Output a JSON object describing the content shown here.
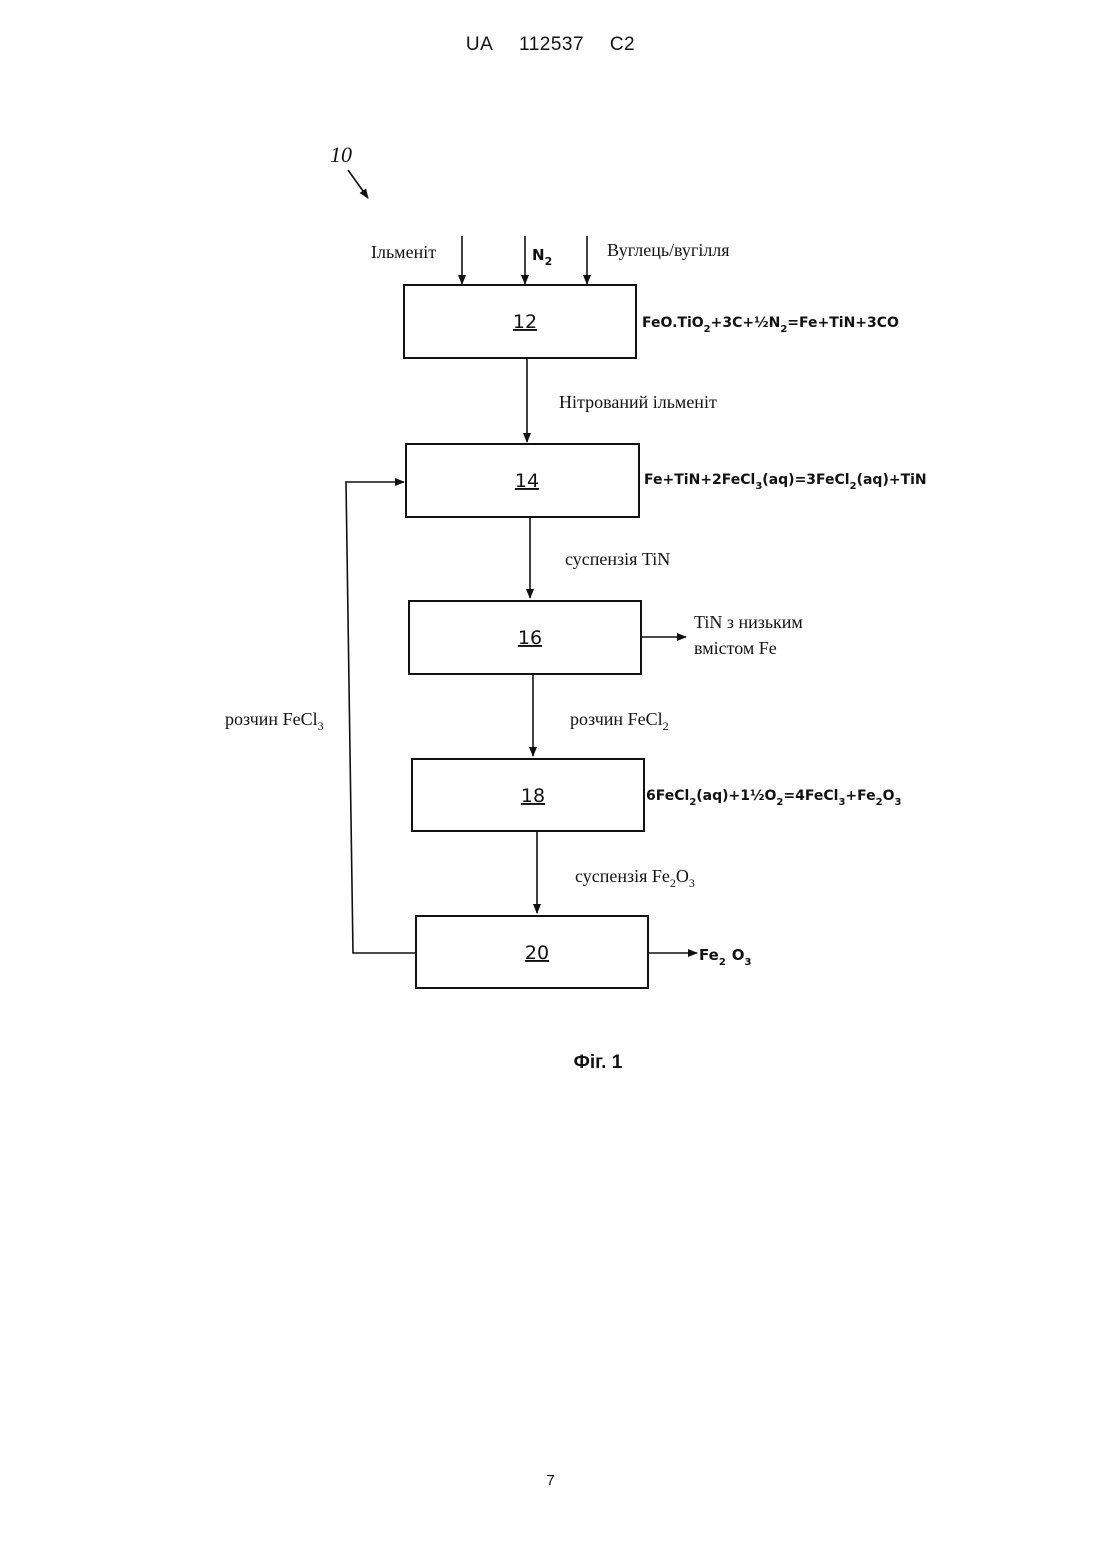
{
  "header": {
    "country": "UA",
    "number": "112537",
    "kind": "C2"
  },
  "diagram": {
    "ref": "10",
    "inputs": {
      "ilmenite": "Ільменіт",
      "n2_main": "N",
      "n2_sub": "2",
      "carbon": "Вуглець/вугілля"
    },
    "blocks": [
      {
        "id": "12",
        "label": "12"
      },
      {
        "id": "14",
        "label": "14"
      },
      {
        "id": "16",
        "label": "16"
      },
      {
        "id": "18",
        "label": "18"
      },
      {
        "id": "20",
        "label": "20"
      }
    ],
    "reactions": {
      "r12": {
        "a": "FeO.TiO",
        "a_sub": "2",
        "b": "+3C+½N",
        "b_sub": "2",
        "c": "=Fe+TiN+3CO"
      },
      "r14": {
        "a": "Fe+TiN+2FeCl",
        "a_sub": "3",
        "b": "(aq)=3FeCl",
        "b_sub": "2",
        "c": "(aq)+TiN"
      },
      "r18": {
        "a": "6FeCl",
        "a_sub": "2",
        "b": "(aq)+1½O",
        "b_sub": "2",
        "c": "=4FeCl",
        "c_sub": "3",
        "d": "+Fe",
        "d_sub": "2",
        "e": "O",
        "e_sub": "3"
      }
    },
    "flows": {
      "nitrided": "Нітрований ільменіт",
      "tin_slurry": "суспензія TiN",
      "fecl2_main": "розчин FeCl",
      "fecl2_sub": "2",
      "fe2o3_main": "суспензія Fe",
      "fe2o3_sub1": "2",
      "fe2o3_mid": "O",
      "fe2o3_sub2": "3",
      "fecl3_main": "розчин FeCl",
      "fecl3_sub": "3",
      "tin_out_line1": "TiN з низьким",
      "tin_out_line2": "вмістом Fe",
      "fe2o3_out_main": "Fe",
      "fe2o3_out_sub1": "2",
      "fe2o3_out_mid": "O",
      "fe2o3_out_sub2": "3"
    },
    "caption": "Фіг. 1"
  },
  "footer": {
    "page_number": "7"
  }
}
